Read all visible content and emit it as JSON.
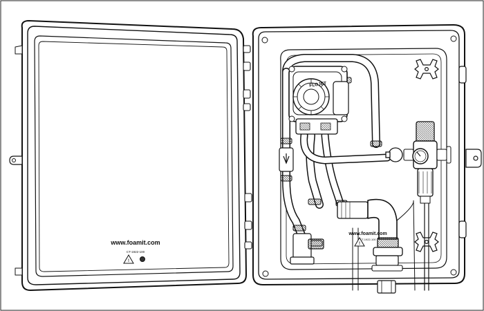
{
  "door": {
    "website": "www.foamit.com",
    "part_number": "CT-1922-100"
  },
  "pump": {
    "brand": "FLOJET"
  },
  "interior": {
    "website": "www.foamit.com",
    "part_number": "CT-1922-100"
  },
  "icons": [
    "hinge-icon",
    "warning-icon",
    "mounting-bracket-icon",
    "pressure-gauge-icon"
  ]
}
